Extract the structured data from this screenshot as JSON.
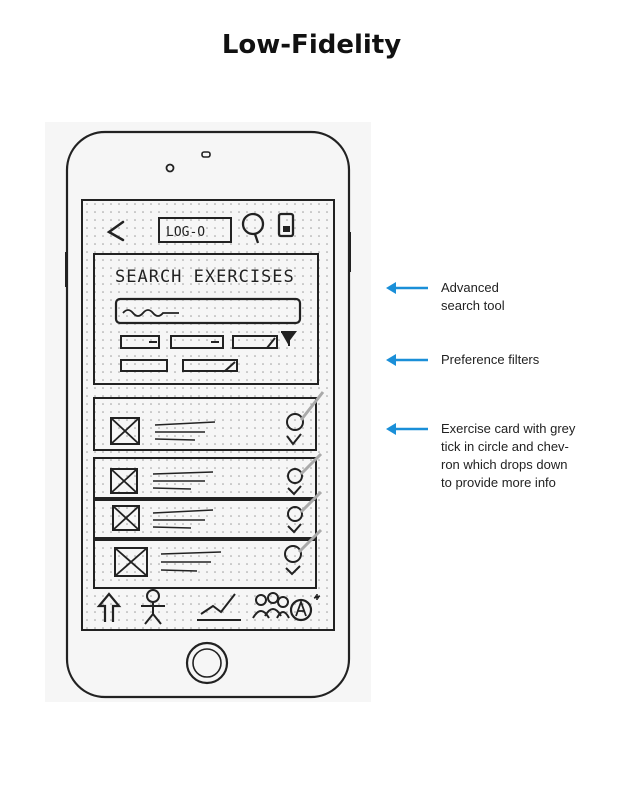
{
  "title": "Low-Fidelity",
  "sketch": {
    "logo_text": "LOG-O",
    "section_heading": "SEARCH EXERCISES",
    "exercise_card_count": 4
  },
  "annotations": [
    {
      "id": "advanced-search",
      "text": "Advanced\nsearch tool",
      "arrow_color": "#1a8fd8"
    },
    {
      "id": "preference-filters",
      "text": "Preference filters",
      "arrow_color": "#1a8fd8"
    },
    {
      "id": "exercise-card",
      "text": "Exercise card with grey\ntick in circle and chev-\nron which drops down\nto provide more info",
      "arrow_color": "#1a8fd8"
    }
  ]
}
